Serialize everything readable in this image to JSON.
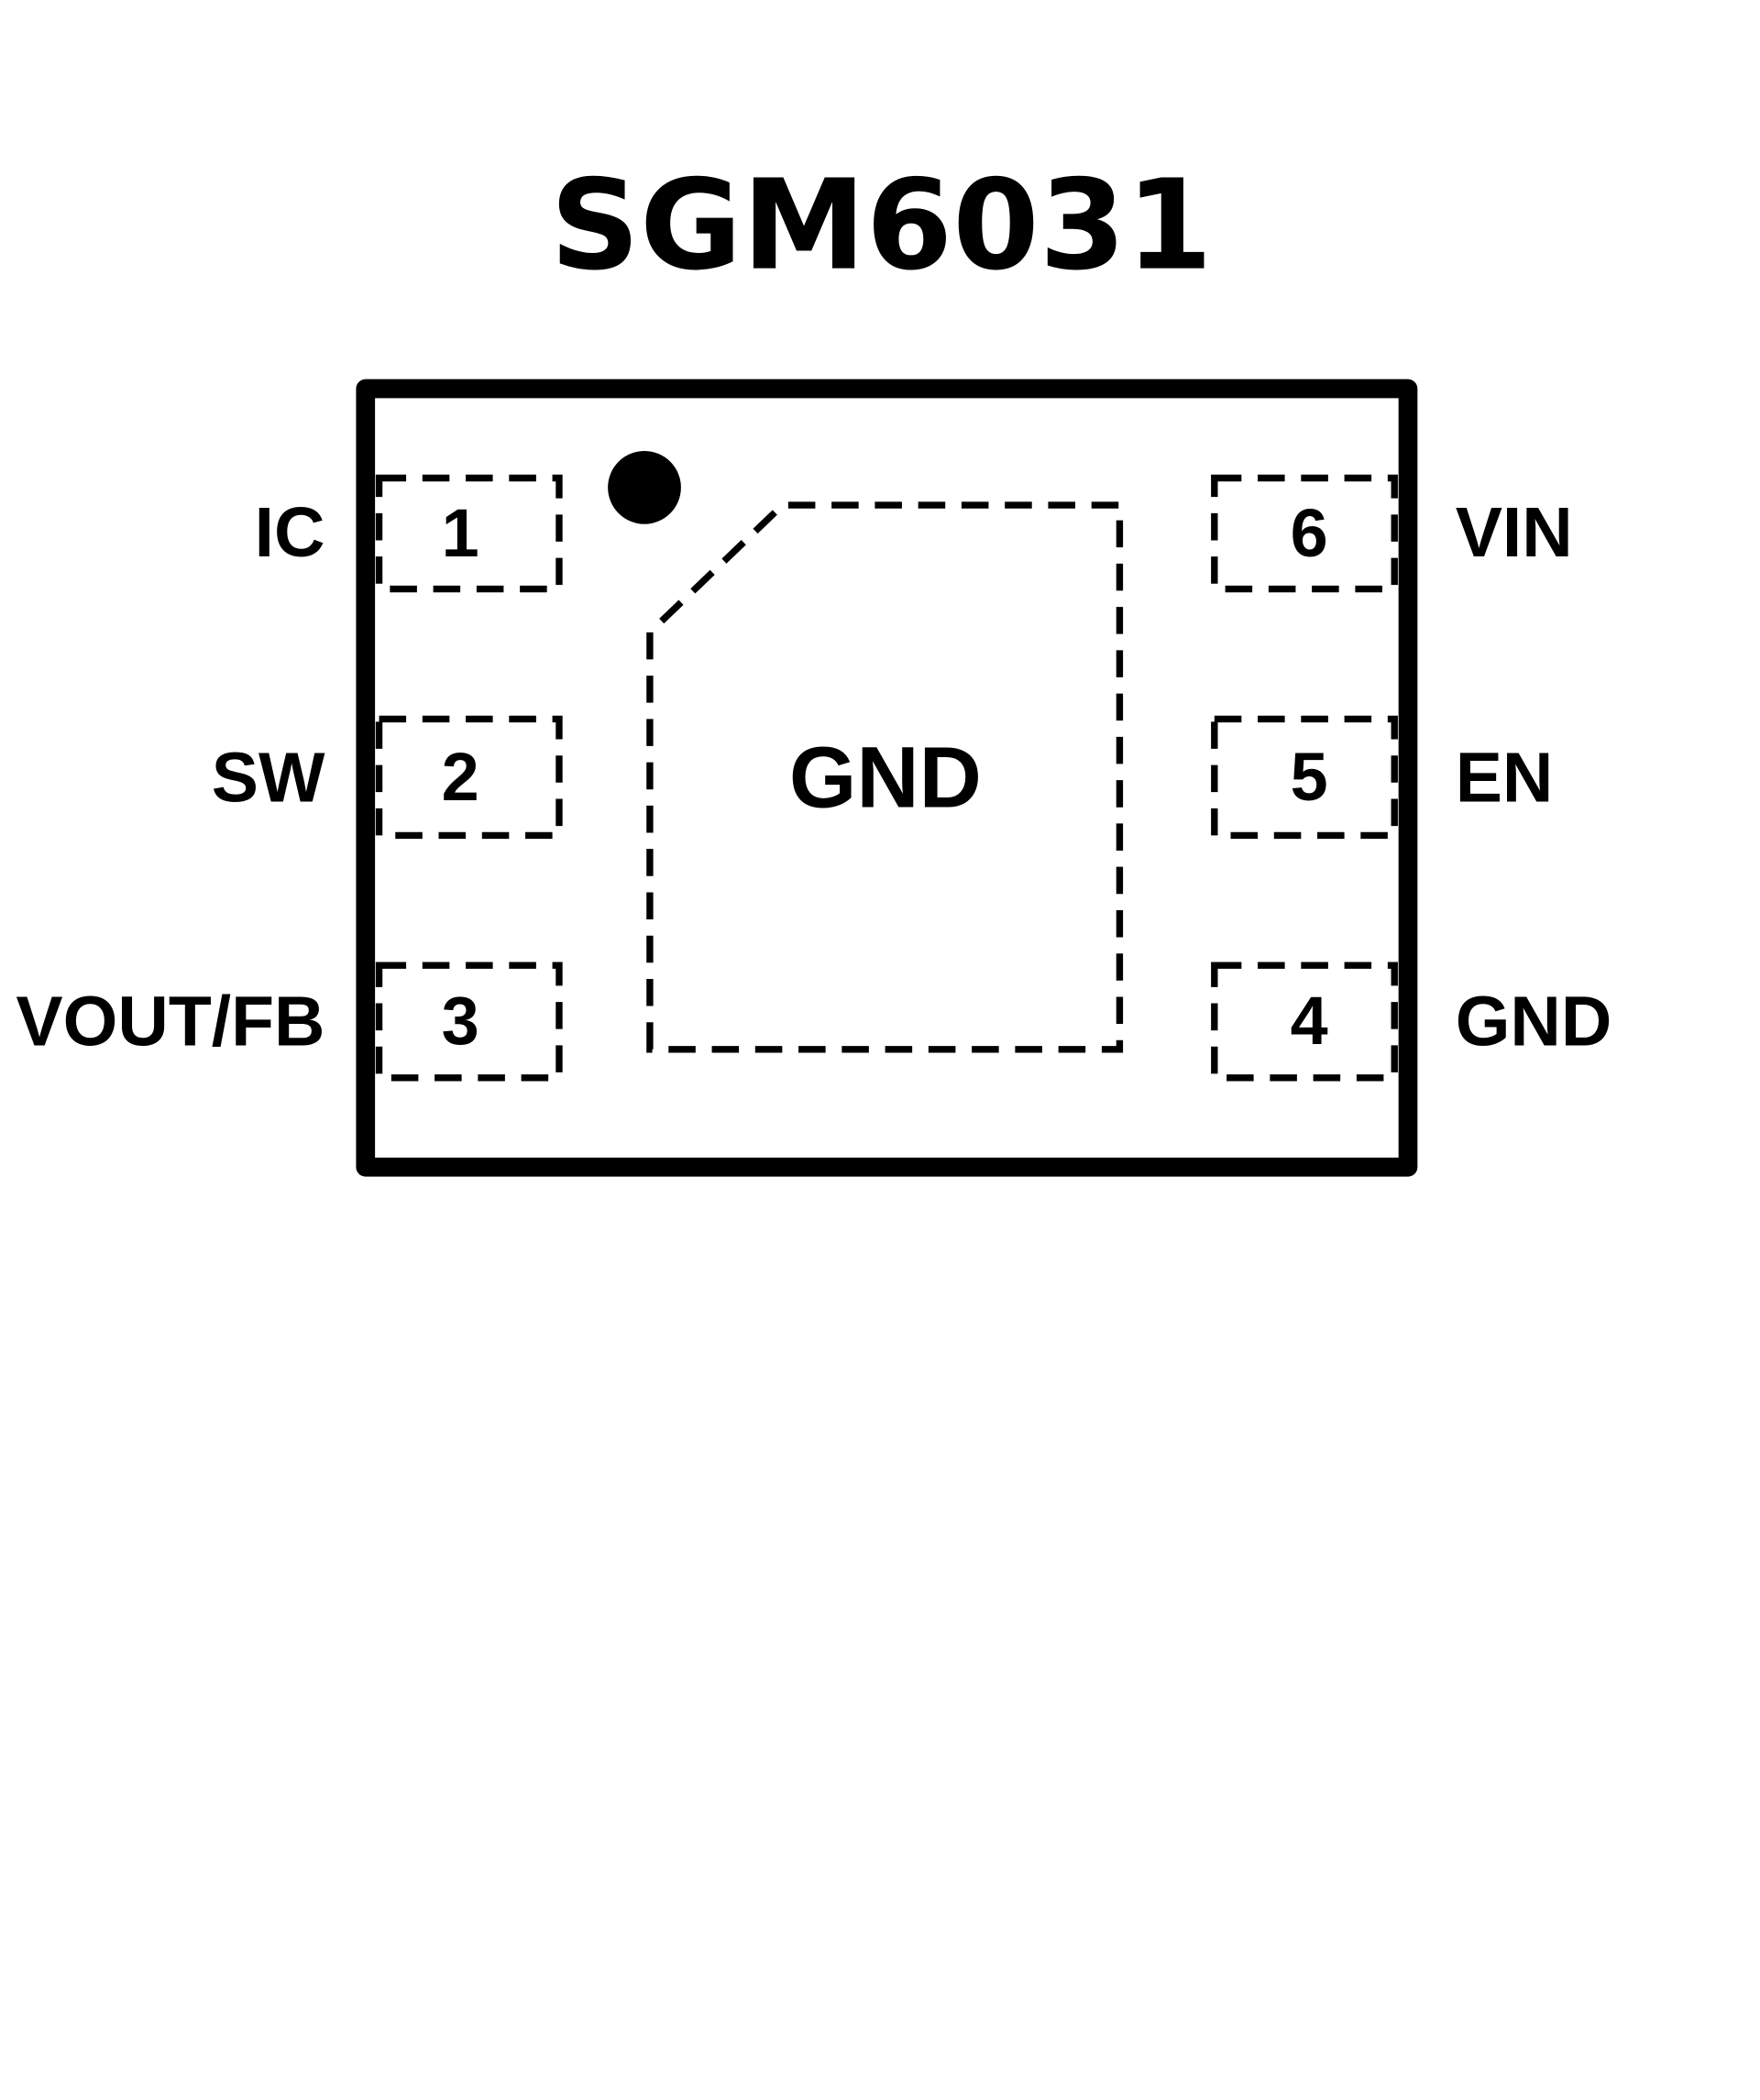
{
  "title": "SGM6031",
  "exposed_pad_label": "GND",
  "pins": [
    {
      "number": "1",
      "name": "IC"
    },
    {
      "number": "2",
      "name": "SW"
    },
    {
      "number": "3",
      "name": "VOUT/FB"
    },
    {
      "number": "4",
      "name": "GND"
    },
    {
      "number": "5",
      "name": "EN"
    },
    {
      "number": "6",
      "name": "VIN"
    }
  ]
}
